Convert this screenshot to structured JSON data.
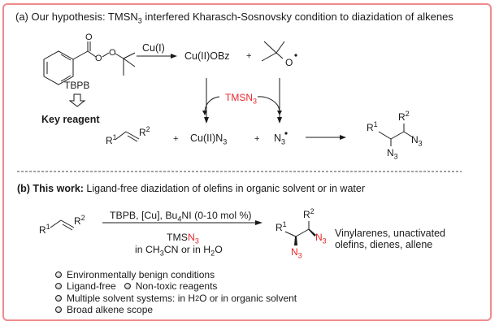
{
  "section_a": {
    "label": "(a)",
    "heading_pre": "Our hypothesis: TMSN",
    "heading_sub": "3",
    "heading_post": " interfered Kharasch-Sosnovsky condition to diazidation of alkenes",
    "reagent_name": "TBPB",
    "key_reagent": "Key reagent",
    "catalyst": "Cu(I)",
    "product_cu": "Cu(II)OBz",
    "plus": "+",
    "tbuo_O": "O",
    "carbonyl_O": "O",
    "ester_O": "O",
    "peroxy_O": "O",
    "tmsn3_main": "TMSN",
    "tmsn3_sub": "3",
    "alkene": {
      "r1": "R",
      "r1_sup": "1",
      "r2": "R",
      "r2_sup": "2"
    },
    "cu_azide_main": "Cu(II)N",
    "cu_azide_sub": "3",
    "azide_radical_main": "N",
    "azide_radical_sub": "3",
    "product": {
      "r1": "R",
      "r1_sup": "1",
      "r2": "R",
      "r2_sup": "2",
      "n3a": "N",
      "n3a_sub": "3",
      "n3b": "N",
      "n3b_sub": "3"
    }
  },
  "section_b": {
    "label_bold": "(b) This work:",
    "heading": " Ligand-free diazidation of olefins in organic solvent or in water",
    "alkene": {
      "r1": "R",
      "r1_sup": "1",
      "r2": "R",
      "r2_sup": "2"
    },
    "conditions_top_pre": "TBPB, [Cu], Bu",
    "conditions_top_sub": "4",
    "conditions_top_post": "NI (0-10 mol %)",
    "conditions_reagent_main": "TMS",
    "conditions_reagent_red": "N",
    "conditions_reagent_red_sub": "3",
    "conditions_solvent_pre": "in CH",
    "conditions_solvent_sub1": "3",
    "conditions_solvent_mid": "CN or in H",
    "conditions_solvent_sub2": "2",
    "conditions_solvent_post": "O",
    "product": {
      "r1": "R",
      "r1_sup": "1",
      "r2": "R",
      "r2_sup": "2",
      "n3a": "N",
      "n3a_sub": "3",
      "n3b": "N",
      "n3b_sub": "3"
    },
    "scope_line1": "Vinylarenes, unactivated",
    "scope_line2": "olefins, dienes, allene",
    "bullets": [
      "Environmentally benign conditions",
      "Ligand-free",
      "Non-toxic reagents",
      "Multiple solvent systems: in H",
      "2",
      "O or in organic solvent",
      "Broad alkene scope"
    ]
  },
  "colors": {
    "frame": "#f08a8c",
    "accent_red": "#e8262b",
    "ink": "#1a1a1a"
  }
}
